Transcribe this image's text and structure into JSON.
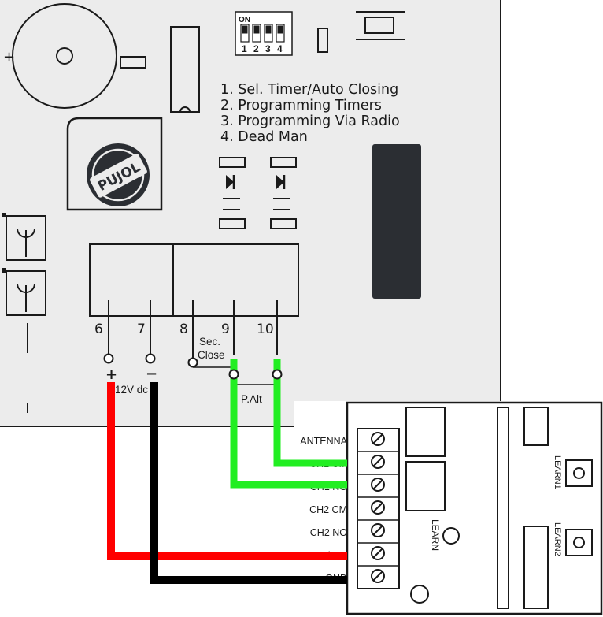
{
  "dip_switch": {
    "on_label": "ON",
    "numbers": [
      "1",
      "2",
      "3",
      "4"
    ]
  },
  "dip_functions": [
    "1. Sel. Timer/Auto Closing",
    "2. Programming Timers",
    "3. Programming Via Radio",
    "4. Dead Man"
  ],
  "logo_text": "PUJOL",
  "plus_mark": "+",
  "terminals": [
    "6",
    "7",
    "8",
    "9",
    "10"
  ],
  "terminal_labels": {
    "sec_close_line1": "Sec.",
    "sec_close_line2": "Close",
    "p_alt": "P.Alt",
    "polarity_plus": "+",
    "polarity_minus": "−",
    "voltage": "12V dc"
  },
  "receiver": {
    "terminals": [
      "ANTENNA",
      "CH1 CM",
      "CH1 NO",
      "CH2 CM",
      "CH2 NO",
      "12/24V",
      "GND"
    ],
    "learn": "LEARN",
    "learn1": "LEARN1",
    "learn2": "LEARN2"
  },
  "colors": {
    "board_bg": "#ececec",
    "outline": "#1a1a1a",
    "dark_component": "#2b2e33",
    "wire_red": "#ff0000",
    "wire_black": "#000000",
    "wire_green": "#22ee22"
  }
}
